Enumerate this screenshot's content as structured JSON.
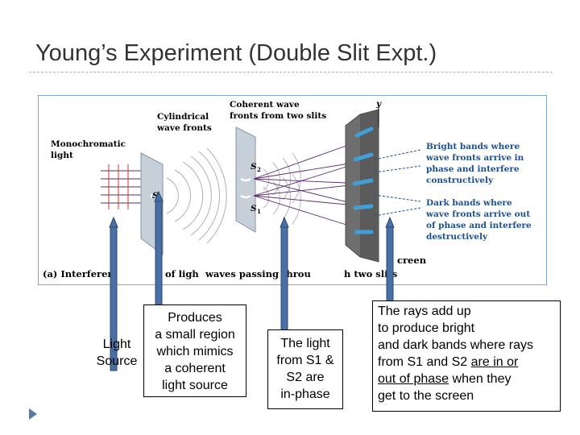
{
  "slide": {
    "title": "Young’s Experiment (Double Slit Expt.)"
  },
  "figure": {
    "labels": {
      "monochromatic_1": "Monochromatic",
      "monochromatic_2": "light",
      "cylindrical_1": "Cylindrical",
      "cylindrical_2": "wave fronts",
      "coherent_1": "Coherent wave",
      "coherent_2": "fronts from two slits",
      "y_axis": "y",
      "s": "S",
      "s2": "S",
      "s2_sub": "2",
      "s1": "S",
      "s1_sub": "1",
      "bright_1": "Bright bands where",
      "bright_2": "wave fronts arrive in",
      "bright_3": "phase and interfere",
      "bright_4": "constructively",
      "dark_1": "Dark bands where",
      "dark_2": "wave fronts arrive out",
      "dark_3": "of phase and interfere",
      "dark_4": "destructively",
      "caption": "(a) Interferen",
      "caption_2": "of ligh",
      "caption_3": "waves passing throu",
      "caption_4": "h two slits",
      "screen": "creen"
    },
    "colors": {
      "panel": "#c7cfd9",
      "screen": "#6e6e6e",
      "band": "#3f9fd6",
      "wave": "#b0b0b0",
      "ray": "#5a2a6e",
      "arrow": "#4a6fa5",
      "label_blue": "#1e4f8e"
    }
  },
  "callouts": {
    "light_source": [
      "Light",
      "Source"
    ],
    "produces": [
      "Produces",
      "a small region",
      "which mimics",
      "a coherent",
      "light source"
    ],
    "light_from": [
      "The light",
      "from S1 &",
      "S2 are",
      "in-phase"
    ],
    "rays": {
      "line1": "The rays add up",
      "line2": "to produce bright",
      "line3": "and dark bands where rays",
      "line4_a": "from S1 and S2 ",
      "line4_b": "are in or",
      "line5_a": "out of phase",
      "line5_b": " when they",
      "line6": "get to the screen"
    }
  }
}
